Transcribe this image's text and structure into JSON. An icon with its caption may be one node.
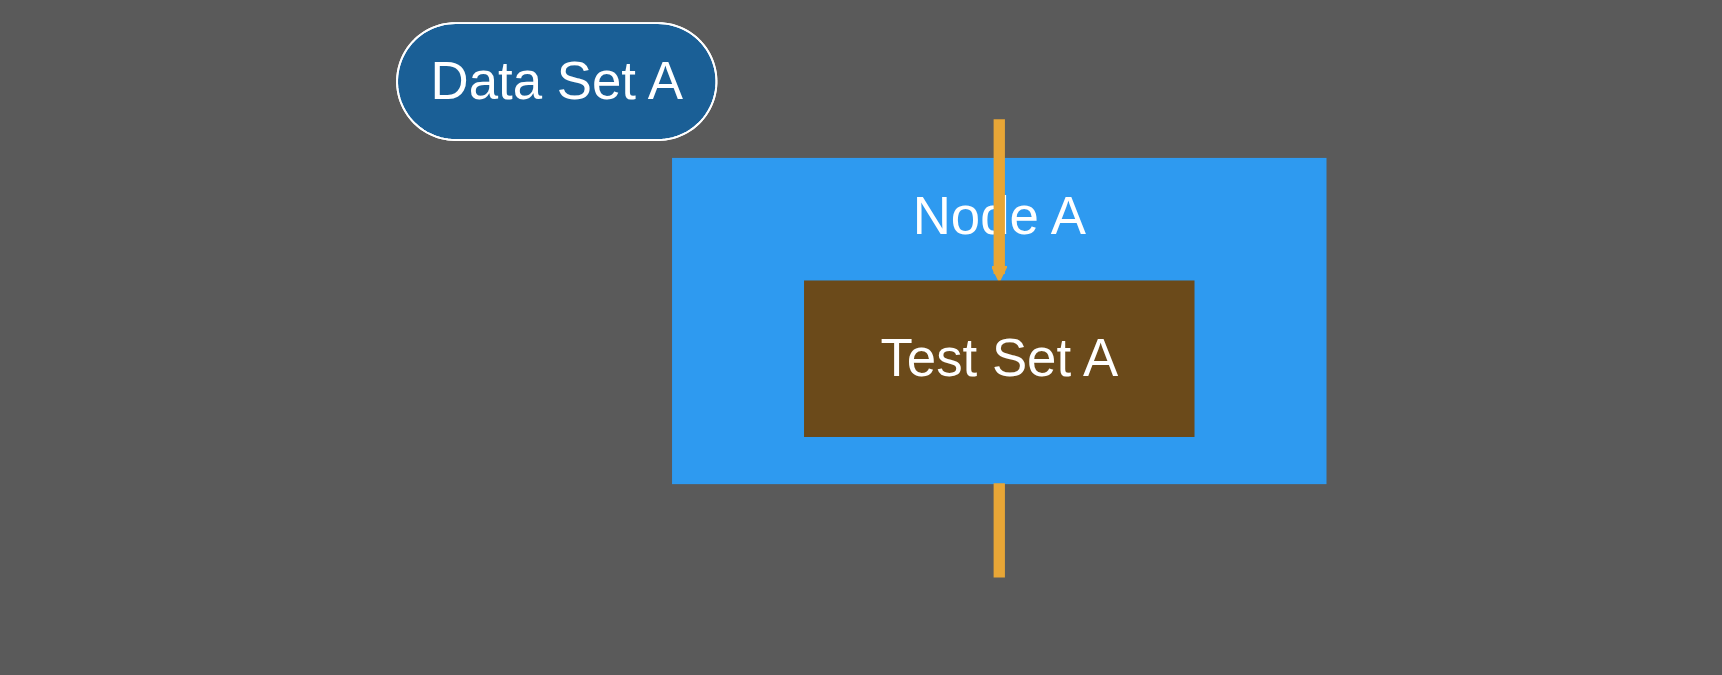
{
  "diagram": {
    "nodes": [
      {
        "text": [
          "Data Set A"
        ]
      },
      {
        "text": [
          "Node A"
        ]
      },
      {
        "text": [
          "Test Set A"
        ],
        "in": 1
      }
    ],
    "edges": [
      {
        "from": null,
        "to": 1,
        "arrow": "none"
      },
      {
        "from": null,
        "to": 2,
        "arrow": "to"
      }
    ]
  }
}
